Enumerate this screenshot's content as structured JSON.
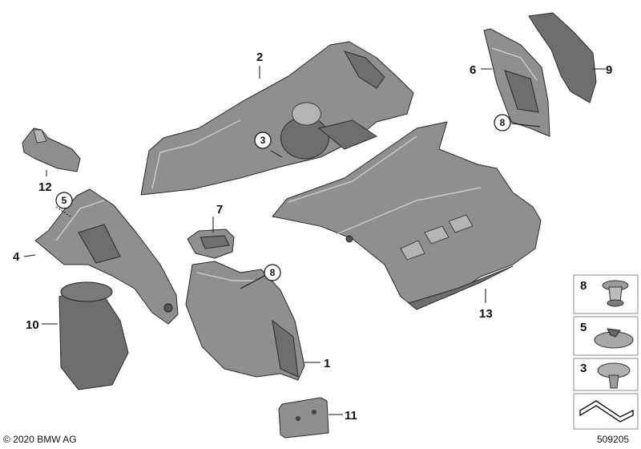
{
  "callouts": {
    "p1": "1",
    "p2": "2",
    "p3": "3",
    "p4": "4",
    "p5": "5",
    "p6": "6",
    "p7": "7",
    "p8a": "8",
    "p8b": "8",
    "p9": "9",
    "p10": "10",
    "p11": "11",
    "p12": "12",
    "p13": "13"
  },
  "circled": {
    "c3": "3",
    "c5": "5",
    "c8a": "8",
    "c8b": "8"
  },
  "legend": {
    "l8": "8",
    "l5": "5",
    "l3": "3"
  },
  "footer": {
    "copyright": "© 2020 BMW AG",
    "doc_number": "509205"
  }
}
